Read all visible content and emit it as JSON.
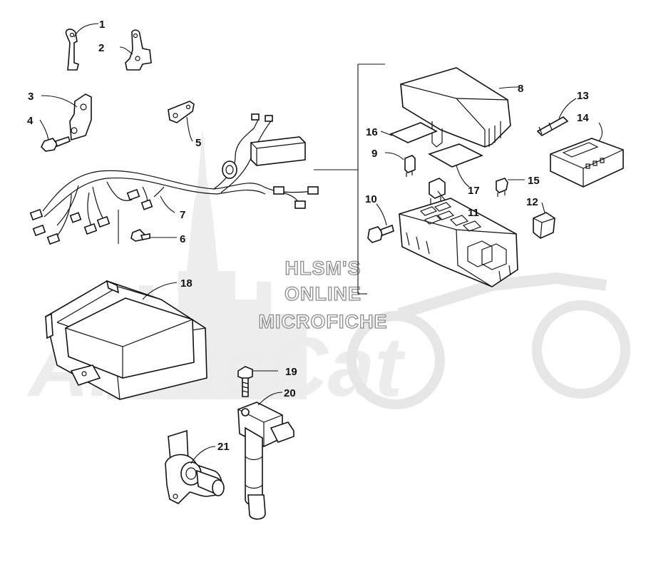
{
  "watermark": {
    "lines": [
      "HLSM'S",
      "ONLINE",
      "MICROFICHE"
    ],
    "brand": "ArcticCat"
  },
  "callouts": [
    "1",
    "2",
    "3",
    "4",
    "5",
    "6",
    "7",
    "8",
    "9",
    "10",
    "11",
    "12",
    "13",
    "14",
    "15",
    "16",
    "17",
    "18",
    "19",
    "20",
    "21"
  ],
  "colors": {
    "line": "#111111",
    "watermark_gray": "#8a8a8a",
    "watermark_fill": "#ececec",
    "background": "#ffffff"
  }
}
